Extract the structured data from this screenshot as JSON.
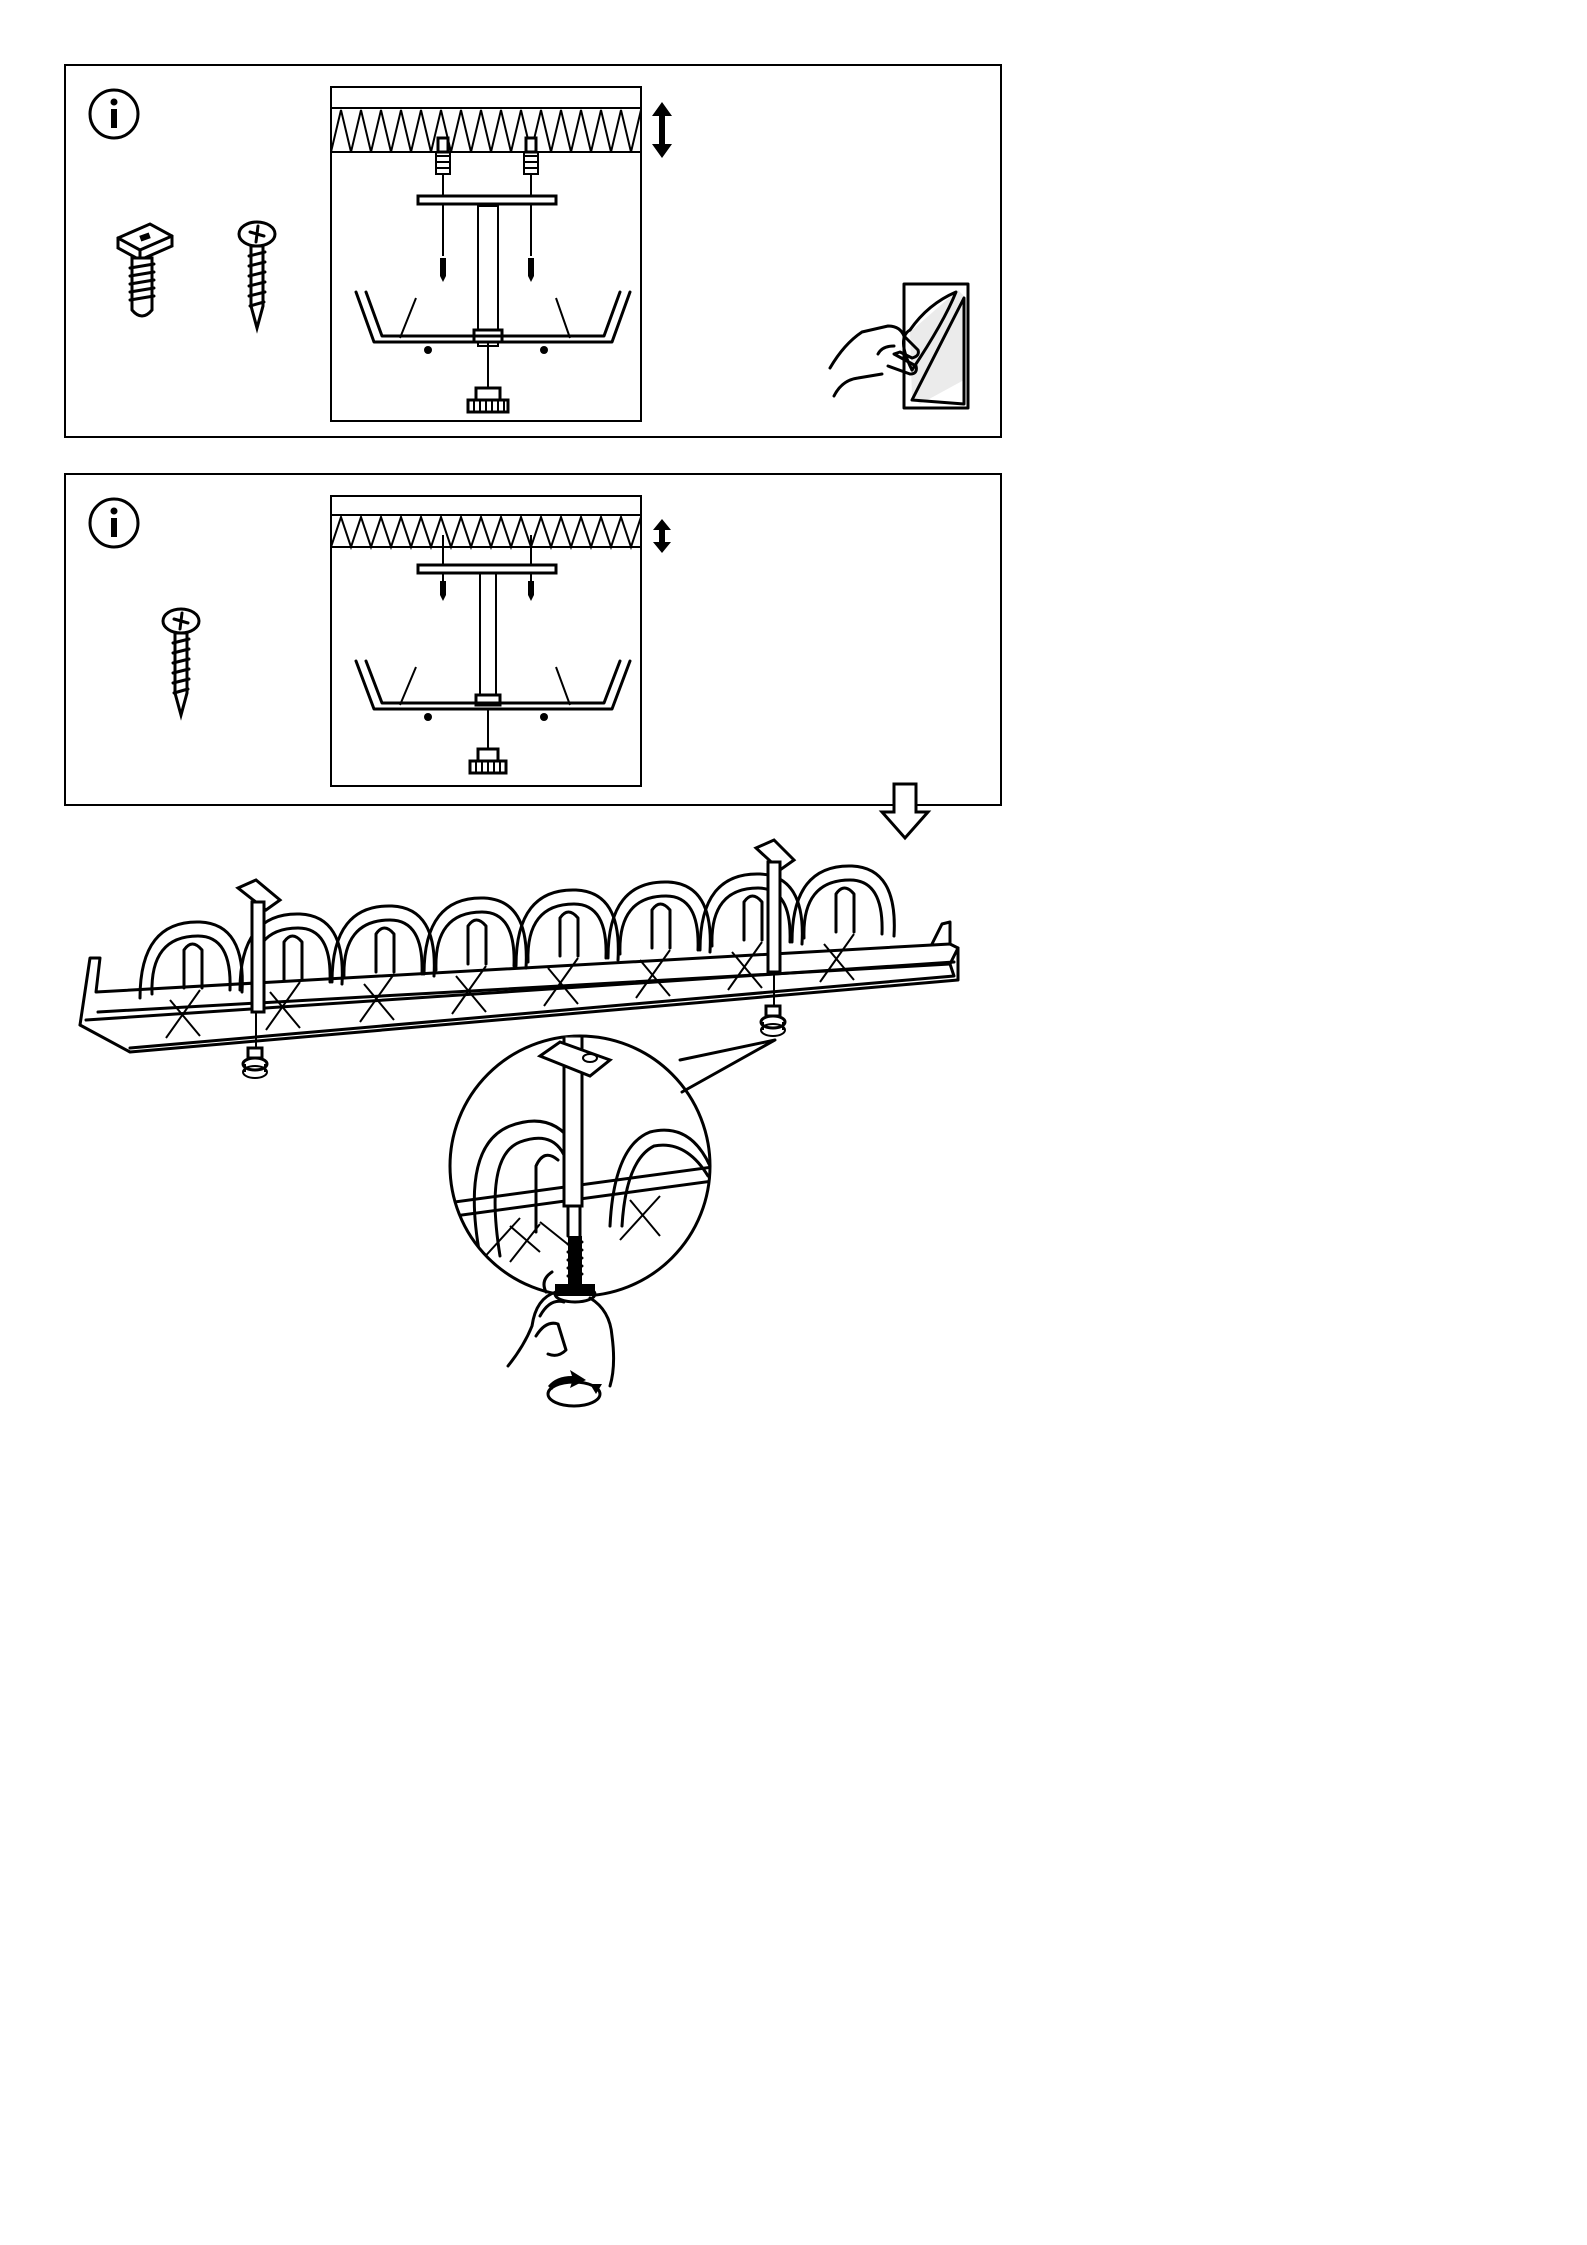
{
  "document": {
    "page_text": ""
  },
  "steps": [
    {
      "id": "panel-1",
      "info_icon": "info-circle-icon",
      "hardware": [
        "cross-dowel-screw-icon",
        "wood-screw-icon"
      ],
      "diagram": "under-desk-mount-thick-top",
      "extra_icon": "peel-sticker-icon"
    },
    {
      "id": "panel-2",
      "info_icon": "info-circle-icon",
      "hardware": [
        "wood-screw-icon"
      ],
      "diagram": "under-desk-mount-thin-top"
    }
  ],
  "main_illustration": {
    "items": [
      "cable-tray",
      "mounting-bracket",
      "adjustment-knob",
      "zoom-detail",
      "rotate-arrow-icon",
      "turn-page-arrow-icon"
    ]
  },
  "colors": {
    "ink": "#000000",
    "paper": "#ffffff"
  }
}
